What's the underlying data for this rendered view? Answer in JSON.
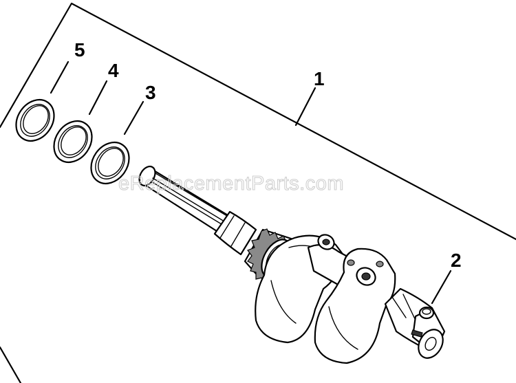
{
  "callouts": {
    "item_1": "1",
    "item_2": "2",
    "item_3": "3",
    "item_4": "4",
    "item_5": "5"
  },
  "watermark": "eReplacementParts.com",
  "colors": {
    "line": "#000000",
    "background": "#ffffff",
    "watermark": "#cfcfcf",
    "shade": "#8a8a8a"
  }
}
